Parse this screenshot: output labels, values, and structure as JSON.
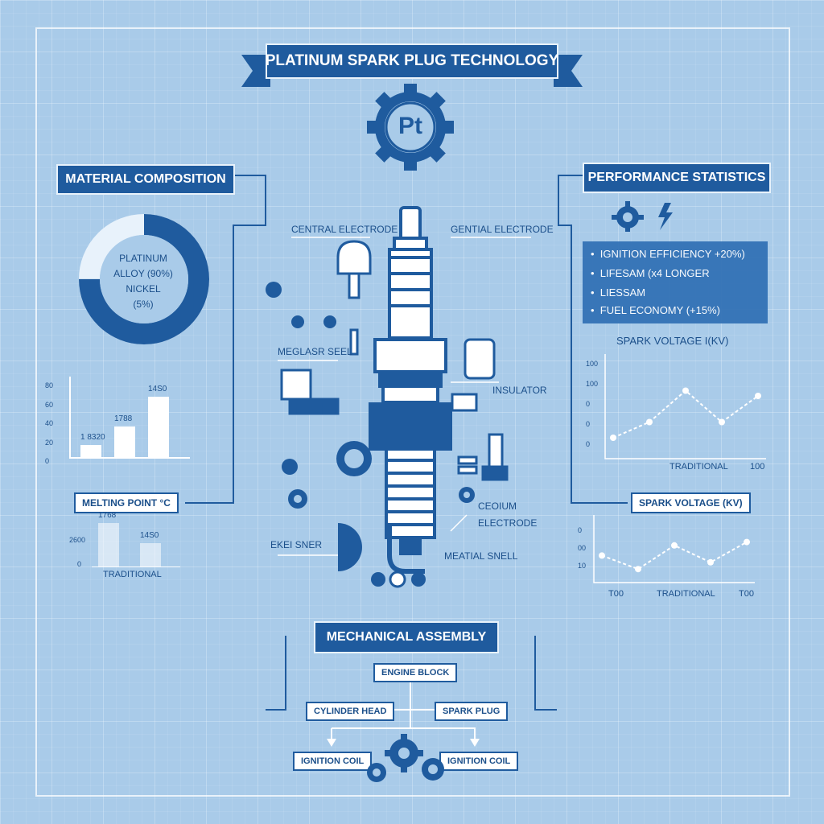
{
  "title": "PLATINUM SPARK PLUG TECHNOLOGY",
  "logo_text": "Pt",
  "material": {
    "heading": "MATERIAL COMPOSITION",
    "donut_lines": [
      "PLATINUM",
      "ALLOY (90%)",
      "NICKEL",
      "(5%)"
    ],
    "donut_fraction": 0.75
  },
  "melting_chart": {
    "yticks": [
      "80",
      "60",
      "40",
      "20",
      "0"
    ],
    "bar_labels": [
      "1 8320",
      "1788",
      "14S0"
    ],
    "values": [
      15,
      38,
      75
    ],
    "title": "MELTING POINT °C"
  },
  "melting_chart_small": {
    "ytick": "2600",
    "ytick0": "0",
    "bar_labels": [
      "1768",
      "14S0"
    ],
    "values": [
      85,
      45
    ],
    "xlabel": "TRADITIONAL"
  },
  "center": {
    "label_top_left": "CENTRAL ELECTRODE",
    "label_top_right": "GENTIAL ELECTRODE",
    "label_metal_shell": "MEGLASR SEEL",
    "label_insulator": "INSULATOR",
    "label_ceramic": "CEOIUM",
    "label_electrode": "ELECTRODE",
    "label_metal_shell2": "MEATIAL SNELL",
    "label_bottom_left": "EKEI SNER"
  },
  "performance": {
    "heading": "PERFORMANCE STATISTICS",
    "items": [
      "IGNITION EFFICIENCY +20%)",
      "LIFESAM (x4 LONGER",
      "LIESSAM",
      "FUEL ECONOMY (+15%)"
    ]
  },
  "chart_data": [
    {
      "type": "line",
      "title": "SPARK VOLTAGE I(kV)",
      "yticks": [
        "100",
        "100",
        "0",
        "0",
        "0"
      ],
      "xlabel": "TRADITIONAL",
      "x_right": "100",
      "values": [
        20,
        35,
        65,
        35,
        60
      ]
    },
    {
      "type": "line",
      "title": "SPARK VOLTAGE (kV)",
      "yticks": [
        "0",
        "00",
        "10"
      ],
      "xlabel": "TRADITIONAL",
      "x_left": "T00",
      "x_right": "T00",
      "values": [
        40,
        20,
        55,
        30,
        60
      ]
    }
  ],
  "assembly": {
    "heading": "MECHANICAL ASSEMBLY",
    "engine_block": "ENGINE BLOCK",
    "cylinder_head": "CYLINDER HEAD",
    "spark_plug": "SPARK PLUG",
    "ignition_coil_left": "IGNITION COIL",
    "ignition_coil_right": "IGNITION COIL"
  },
  "colors": {
    "accent": "#1f5b9e",
    "background": "#a9cbe9",
    "light": "#e8f2fb"
  }
}
